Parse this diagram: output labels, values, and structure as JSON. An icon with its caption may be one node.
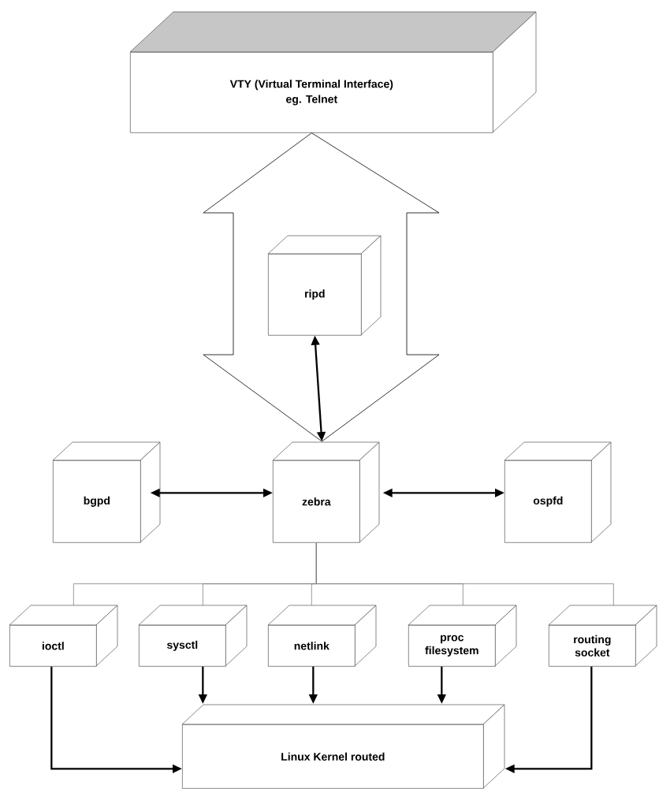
{
  "diagram": {
    "nodes": [
      {
        "text": [
          "VTY (Virtual Terminal Interface)",
          "eg. Telnet"
        ]
      },
      {
        "text": [
          "ripd"
        ]
      },
      {
        "text": [
          "bgpd"
        ]
      },
      {
        "text": [
          "zebra"
        ]
      },
      {
        "text": [
          "ospfd"
        ]
      },
      {
        "text": [
          "ioctl"
        ]
      },
      {
        "text": [
          "sysctl"
        ]
      },
      {
        "text": [
          "netlink"
        ]
      },
      {
        "text": [
          "proc filesystem"
        ]
      },
      {
        "text": [
          "routing socket"
        ]
      },
      {
        "text": [
          "Linux Kernel routed"
        ]
      }
    ],
    "edges": [
      {
        "from": 0,
        "to": 3,
        "arrow": "both"
      },
      {
        "from": 1,
        "to": 3,
        "arrow": "both"
      },
      {
        "from": 2,
        "to": 3,
        "arrow": "both"
      },
      {
        "from": 3,
        "to": 4,
        "arrow": "both"
      },
      {
        "from": 3,
        "to": 5,
        "arrow": "none",
        "color": "#808080"
      },
      {
        "from": 3,
        "to": 6,
        "arrow": "none",
        "color": "#808080"
      },
      {
        "from": 3,
        "to": 7,
        "arrow": "none",
        "color": "#808080"
      },
      {
        "from": 3,
        "to": 8,
        "arrow": "none",
        "color": "#808080"
      },
      {
        "from": 3,
        "to": 9,
        "arrow": "none",
        "color": "#808080"
      },
      {
        "from": 5,
        "to": 10,
        "arrow": "to"
      },
      {
        "from": 6,
        "to": 10,
        "arrow": "to"
      },
      {
        "from": 7,
        "to": 10,
        "arrow": "to"
      },
      {
        "from": 8,
        "to": 10,
        "arrow": "to"
      },
      {
        "from": 9,
        "to": 10,
        "arrow": "to"
      }
    ]
  }
}
